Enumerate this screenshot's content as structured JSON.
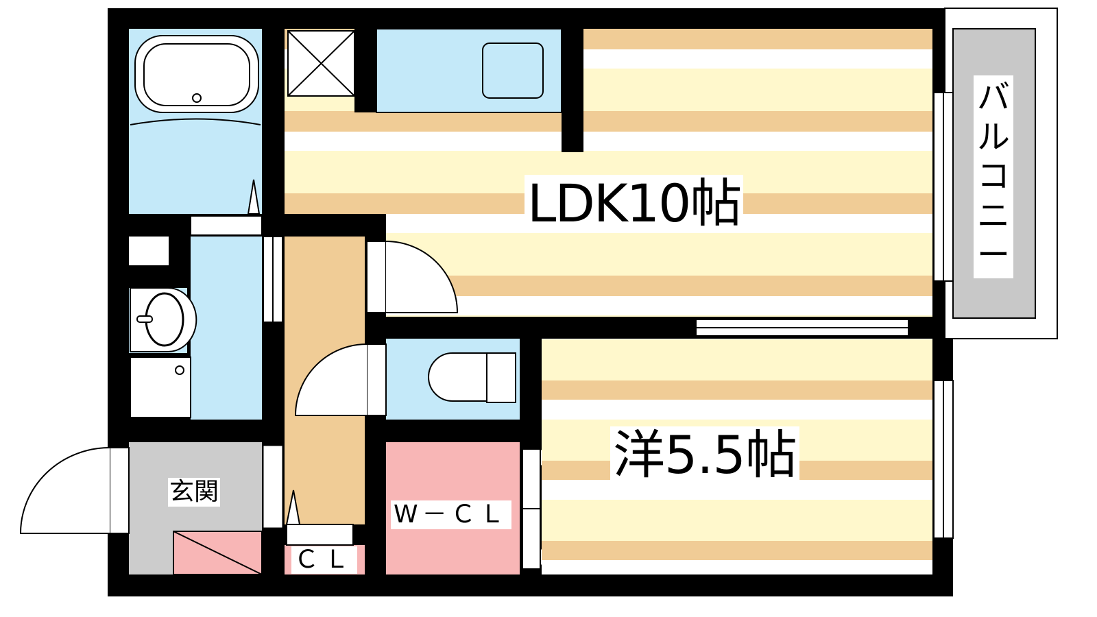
{
  "rooms": {
    "ldk": "LDK10帖",
    "western": "洋5.5帖",
    "entrance": "玄関",
    "walk_in_closet": "W－ＣＬ",
    "closet": "ＣＬ",
    "balcony": "バルコニー"
  },
  "colors": {
    "wall": "#000000",
    "wet_area": "#c4e9f9",
    "floor_stripe_dark": "#f0cc96",
    "floor_stripe_light": "#fff8cc",
    "storage": "#f8b6b6",
    "entrance_floor": "#cccccc",
    "balcony_floor": "#c8c8c8"
  }
}
